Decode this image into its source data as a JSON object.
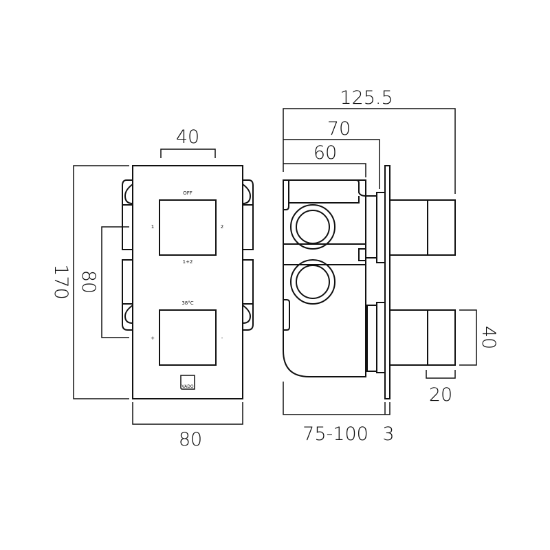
{
  "front_view": {
    "labels": {
      "off": "OFF",
      "one": "1",
      "two": "2",
      "both": "1+2",
      "temp": "38°C",
      "plus": "+",
      "minus": "-"
    },
    "logo": "VADO",
    "dimensions": {
      "knob_width": "40",
      "height": "170",
      "knob_spacing": "80",
      "width": "80"
    }
  },
  "side_view": {
    "dimensions": {
      "total_depth": "125.5",
      "depth_70": "70",
      "depth_60": "60",
      "wall_depth": "75-100",
      "plate": "3",
      "knob_depth": "20",
      "knob_height": "40"
    }
  }
}
